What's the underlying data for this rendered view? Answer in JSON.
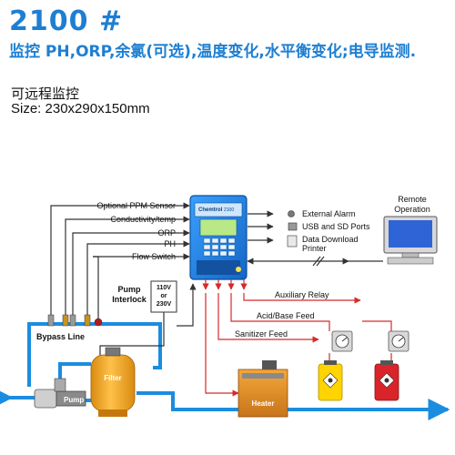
{
  "header": {
    "model": "2100 #",
    "headline": "监控 PH,ORP,余氯(可选),温度变化,水平衡变化;电导监测.",
    "remote_monitoring": "可远程监控",
    "size": "Size: 230x290x150mm"
  },
  "controller": {
    "brand": "Chemtrol",
    "model_badge": "2100"
  },
  "sensor_inputs": [
    "Optional PPM Sensor",
    "Conductivity/temp",
    "ORP",
    "PH",
    "Flow Switch"
  ],
  "outputs": [
    "External Alarm",
    "USB and SD Ports",
    "Data Download",
    "Printer"
  ],
  "remote": {
    "line1": "Remote",
    "line2": "Operation"
  },
  "pump_interlock": {
    "line1": "Pump",
    "line2": "Interlock"
  },
  "voltage": {
    "line1": "110V",
    "line2": "or",
    "line3": "230V"
  },
  "relays": [
    "Auxiliary Relay",
    "Acid/Base Feed",
    "Sanitizer Feed"
  ],
  "equipment": {
    "bypass_line": "Bypass Line",
    "filter": "Filter",
    "pump": "Pump",
    "heater": "Heater"
  },
  "colors": {
    "headline_blue": "#1e7fd2",
    "pipe_blue": "#1a8de0",
    "signal_red": "#d62a2a",
    "dark_line": "#333333",
    "filter_orange": "#f0a023",
    "heater_orange": "#e8901e"
  }
}
